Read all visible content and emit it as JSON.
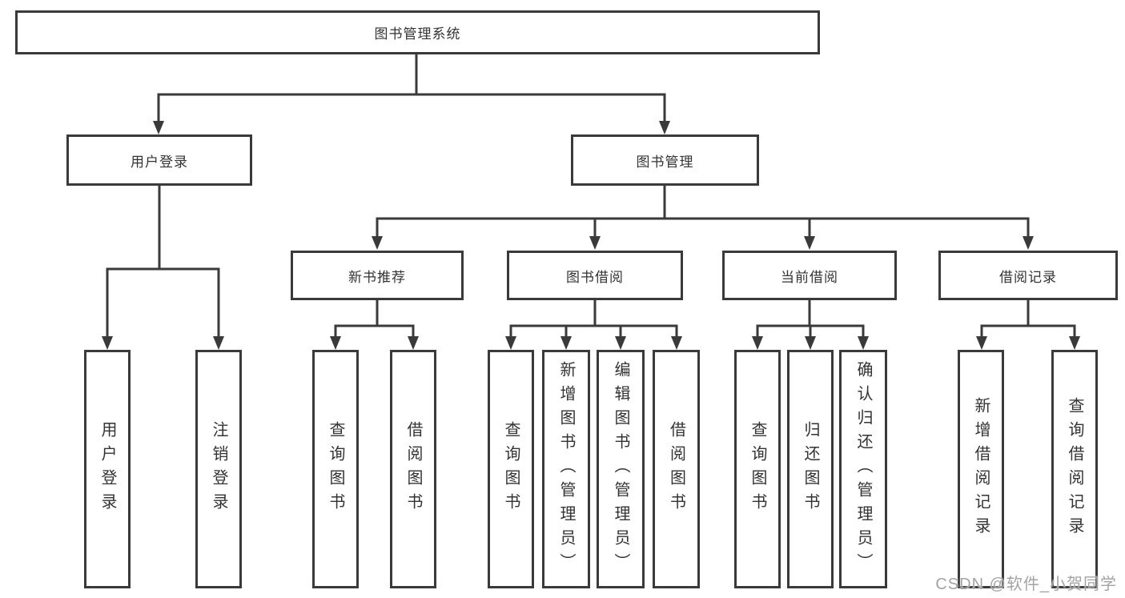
{
  "diagram": {
    "colors": {
      "line": "#3a3a3a",
      "text": "#333333",
      "watermark": "#a3a3a3",
      "background": "#ffffff"
    },
    "tree": {
      "root": "图书管理系统",
      "children": [
        {
          "label": "用户登录",
          "children": [
            {
              "label": "用户登录"
            },
            {
              "label": "注销登录"
            }
          ]
        },
        {
          "label": "图书管理",
          "children": [
            {
              "label": "新书推荐",
              "children": [
                {
                  "label": "查询图书"
                },
                {
                  "label": "借阅图书"
                }
              ]
            },
            {
              "label": "图书借阅",
              "children": [
                {
                  "label": "查询图书"
                },
                {
                  "label": "新增图书（管理员）"
                },
                {
                  "label": "编辑图书（管理员）"
                },
                {
                  "label": "借阅图书"
                }
              ]
            },
            {
              "label": "当前借阅",
              "children": [
                {
                  "label": "查询图书"
                },
                {
                  "label": "归还图书"
                },
                {
                  "label": "确认归还（管理员）"
                }
              ]
            },
            {
              "label": "借阅记录",
              "children": [
                {
                  "label": "新增借阅记录"
                },
                {
                  "label": "查询借阅记录"
                }
              ]
            }
          ]
        }
      ]
    },
    "watermark": "CSDN @软件_小贺同学"
  }
}
